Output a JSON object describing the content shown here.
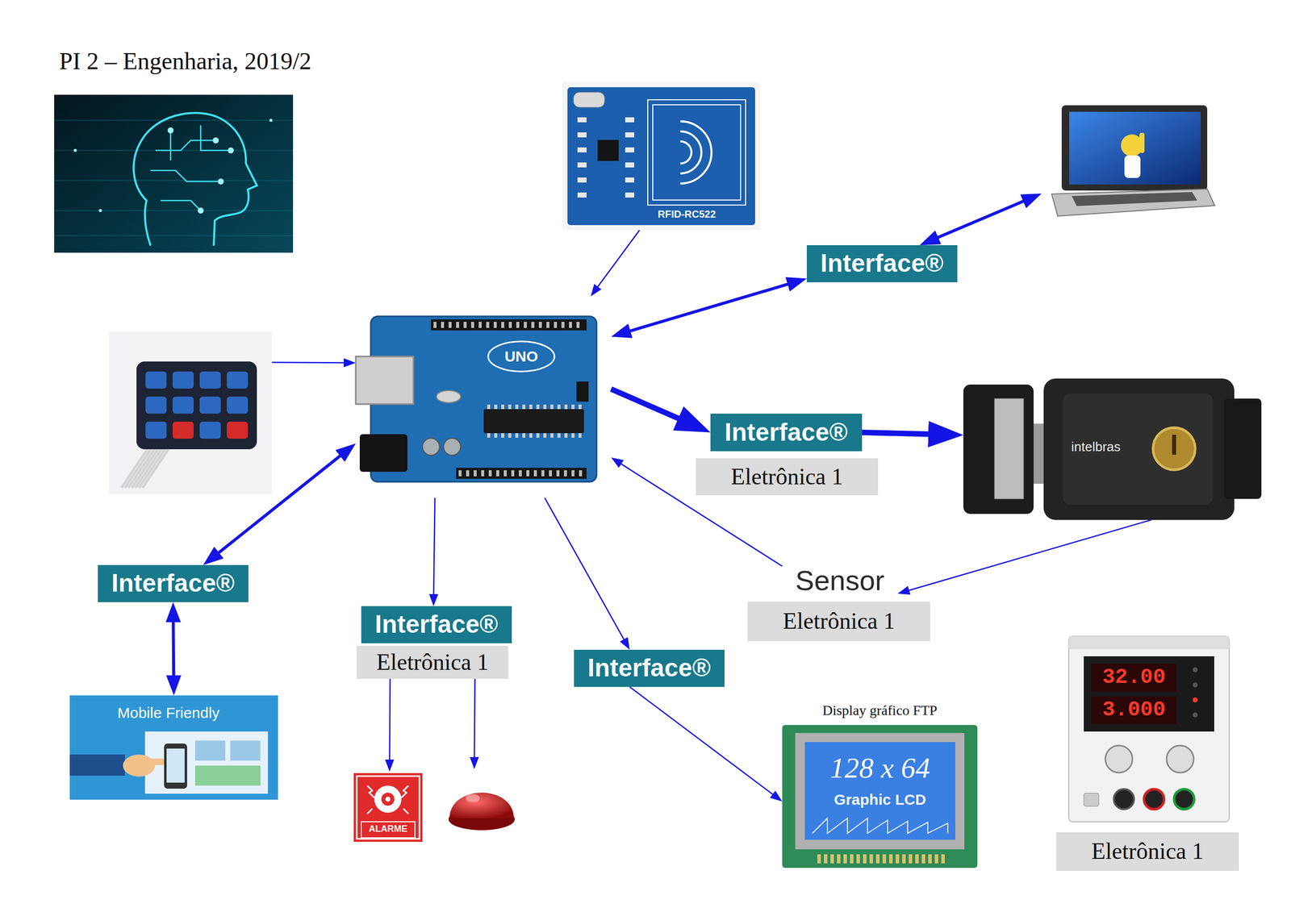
{
  "diagram": {
    "title": "PI 2 – Engenharia, 2019/2",
    "nodes": [
      {
        "text": [
          "RFID-RC522"
        ]
      },
      {
        "text": []
      },
      {
        "text": [
          "Interface®"
        ]
      },
      {
        "text": []
      },
      {
        "text": [
          "UNO"
        ]
      },
      {
        "text": [
          "Interface®"
        ]
      },
      {
        "text": [
          "Eletrônica 1"
        ]
      },
      {
        "text": [
          "intelbras"
        ]
      },
      {
        "text": [
          "Sensor"
        ]
      },
      {
        "text": [
          "Eletrônica 1"
        ]
      },
      {
        "text": [
          "Interface®"
        ]
      },
      {
        "text": [
          "Interface®"
        ]
      },
      {
        "text": [
          "Eletrônica 1"
        ]
      },
      {
        "text": [
          "Interface®"
        ]
      },
      {
        "text": [
          "Mobile Friendly"
        ]
      },
      {
        "text": [
          "32.00",
          "3.000"
        ]
      },
      {
        "text": [
          "ALARME"
        ]
      },
      {
        "text": []
      },
      {
        "text": [
          "Display gráfico FTP",
          "128 x 64",
          "Graphic LCD"
        ]
      },
      {
        "text": [
          "Eletrônica 1"
        ]
      }
    ],
    "edges": [
      {
        "from": 3,
        "to": 4,
        "arrow": "to"
      },
      {
        "from": 0,
        "to": 4,
        "arrow": "to"
      },
      {
        "from": 4,
        "to": 2,
        "arrow": "both"
      },
      {
        "from": 2,
        "to": 1,
        "arrow": "both"
      },
      {
        "from": 4,
        "to": 5,
        "arrow": "to"
      },
      {
        "from": 5,
        "to": 7,
        "arrow": "to"
      },
      {
        "from": 7,
        "to": 8,
        "arrow": "to"
      },
      {
        "from": 8,
        "to": 4,
        "arrow": "to"
      },
      {
        "from": 4,
        "to": 10,
        "arrow": "both"
      },
      {
        "from": 10,
        "to": 14,
        "arrow": "both"
      },
      {
        "from": 4,
        "to": 11,
        "arrow": "to"
      },
      {
        "from": 12,
        "to": 16,
        "arrow": "to"
      },
      {
        "from": 12,
        "to": 17,
        "arrow": "to"
      },
      {
        "from": 4,
        "to": 13,
        "arrow": "to"
      },
      {
        "from": 13,
        "to": 18,
        "arrow": "to"
      }
    ]
  }
}
